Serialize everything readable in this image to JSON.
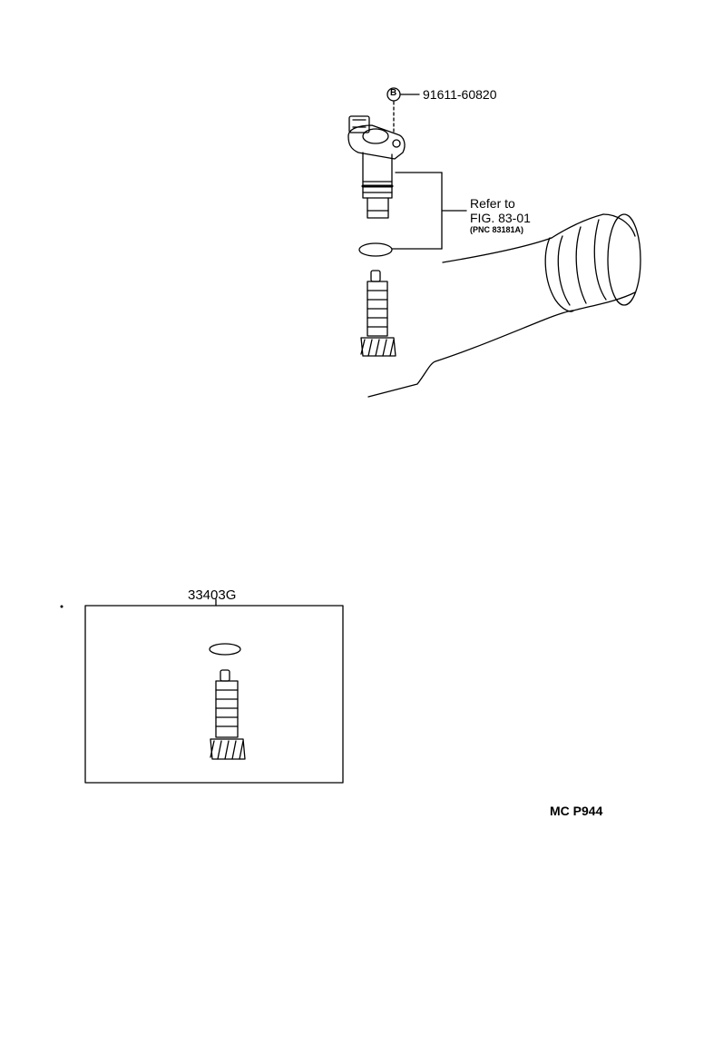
{
  "callout_bolt": {
    "symbol": "B",
    "part_number": "91611-60820"
  },
  "reference": {
    "line1": "Refer to",
    "line2": "FIG. 83-01",
    "line3": "(PNC 83181A)"
  },
  "kit": {
    "part_number": "33403G"
  },
  "illustration_code": "MC P944"
}
